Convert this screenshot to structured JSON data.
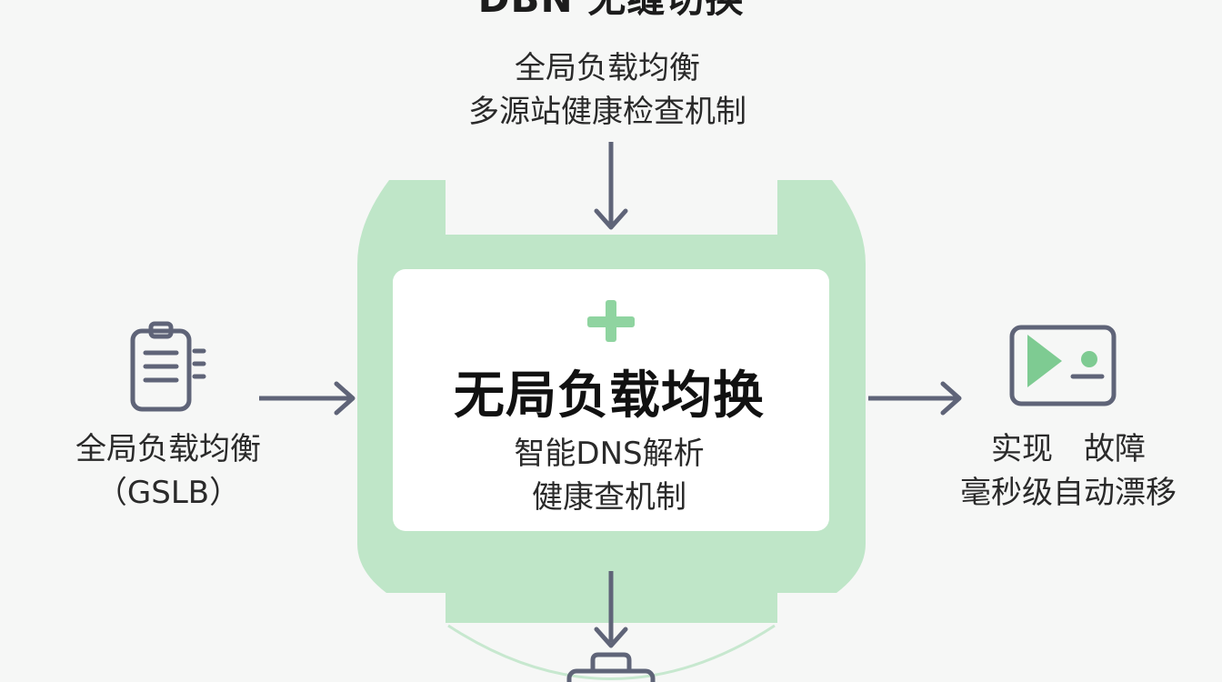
{
  "title": "DBN 无缝切换",
  "top_block": {
    "lines": [
      "全局负载均衡",
      "多源站健康检查机制"
    ]
  },
  "center_block": {
    "title": "无局负载均换",
    "lines": [
      "智能DNS解析",
      "健康查机制"
    ]
  },
  "left_block": {
    "icon": "clipboard-icon",
    "lines": [
      "全局负载均衡",
      "（GSLB）"
    ]
  },
  "right_block": {
    "icon": "monitor-play-icon",
    "lines": [
      "实现　故障",
      "毫秒级自动漂移"
    ]
  },
  "bottom_block": {
    "icon": "briefcase-icon"
  },
  "colors": {
    "background": "#f6f7f6",
    "frame_green": "#bfe6c8",
    "plus_green": "#8fd4a0",
    "arrow": "#5f6478",
    "text": "#1c1c1c"
  }
}
